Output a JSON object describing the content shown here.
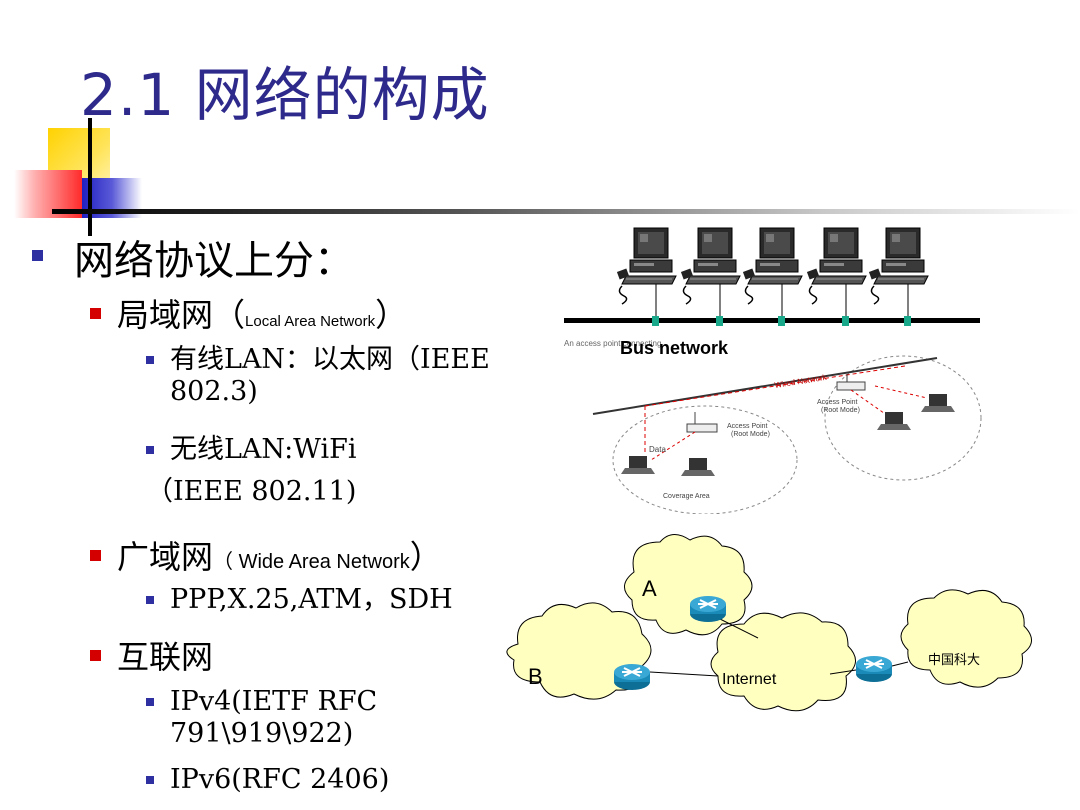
{
  "slide": {
    "title": "2.1 网络的构成",
    "l1": "网络协议上分：",
    "lan": {
      "label": "局域网（",
      "english": "Local Area Network",
      "close": "）",
      "wired_line1": "有线LAN：以太网（IEEE",
      "wired_line2": "802.3)",
      "wireless_line1": "无线LAN:WiFi",
      "wireless_line2": "（IEEE 802.11)"
    },
    "wan": {
      "label": "广域网",
      "english": "（ Wide Area Network",
      "close": "）",
      "item": "PPP,X.25,ATM，SDH"
    },
    "internet": {
      "label": "互联网",
      "ipv4_line1": "IPv4(IETF RFC",
      "ipv4_line2": "791\\919\\922)",
      "ipv6": "IPv6(RFC 2406)"
    }
  },
  "figures": {
    "bus": {
      "label": "Bus network",
      "overlap_text": "An access point connecting"
    },
    "wireless": {
      "wired_network": "Wired Network",
      "ap_left_1": "Access Point",
      "ap_left_2": "(Root Mode)",
      "ap_right_1": "Access Point",
      "ap_right_2": "(Root Mode)",
      "data": "Data",
      "coverage": "Coverage Area"
    },
    "cloud": {
      "a": "A",
      "b": "B",
      "internet": "Internet",
      "ustc": "中国科大"
    }
  },
  "colors": {
    "title": "#2e2a8c",
    "bullet_l1": "#2e2fa0",
    "bullet_l2": "#d40000",
    "cloud_fill": "#ffffc0",
    "router": "#1a8bb8"
  }
}
